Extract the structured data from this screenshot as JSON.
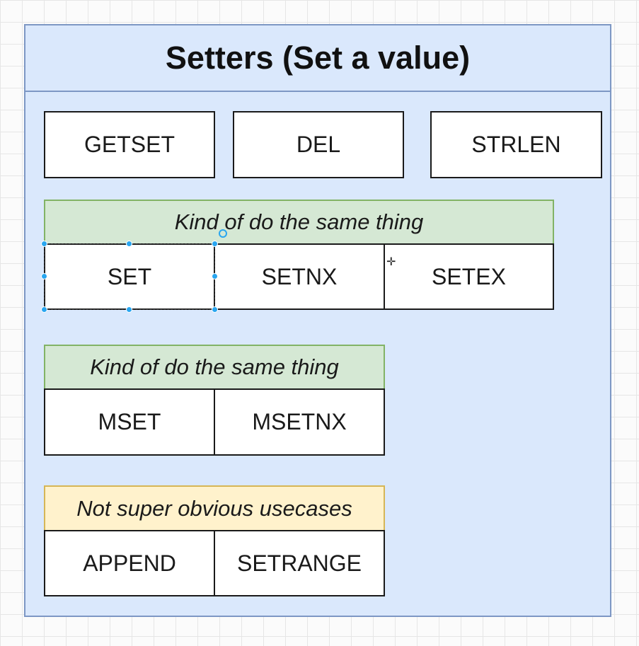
{
  "container": {
    "title": "Setters (Set a value)"
  },
  "top_row": [
    "GETSET",
    "DEL",
    "STRLEN"
  ],
  "groups": [
    {
      "header": "Kind of do the same thing",
      "header_color": "#d5e8d4",
      "items": [
        "SET",
        "SETNX",
        "SETEX"
      ]
    },
    {
      "header": "Kind of do the same thing",
      "header_color": "#d5e8d4",
      "items": [
        "MSET",
        "MSETNX"
      ]
    },
    {
      "header": "Not super obvious usecases",
      "header_color": "#fff2cc",
      "items": [
        "APPEND",
        "SETRANGE"
      ]
    }
  ],
  "colors": {
    "container_fill": "#dae8fc",
    "container_border": "#7d97c4",
    "green_border": "#82b366",
    "yellow_border": "#d6b656",
    "selection_handle": "#29a6f0"
  },
  "icons": {
    "rotate": "rotate-handle-icon",
    "cursor": "move-cursor-icon"
  }
}
